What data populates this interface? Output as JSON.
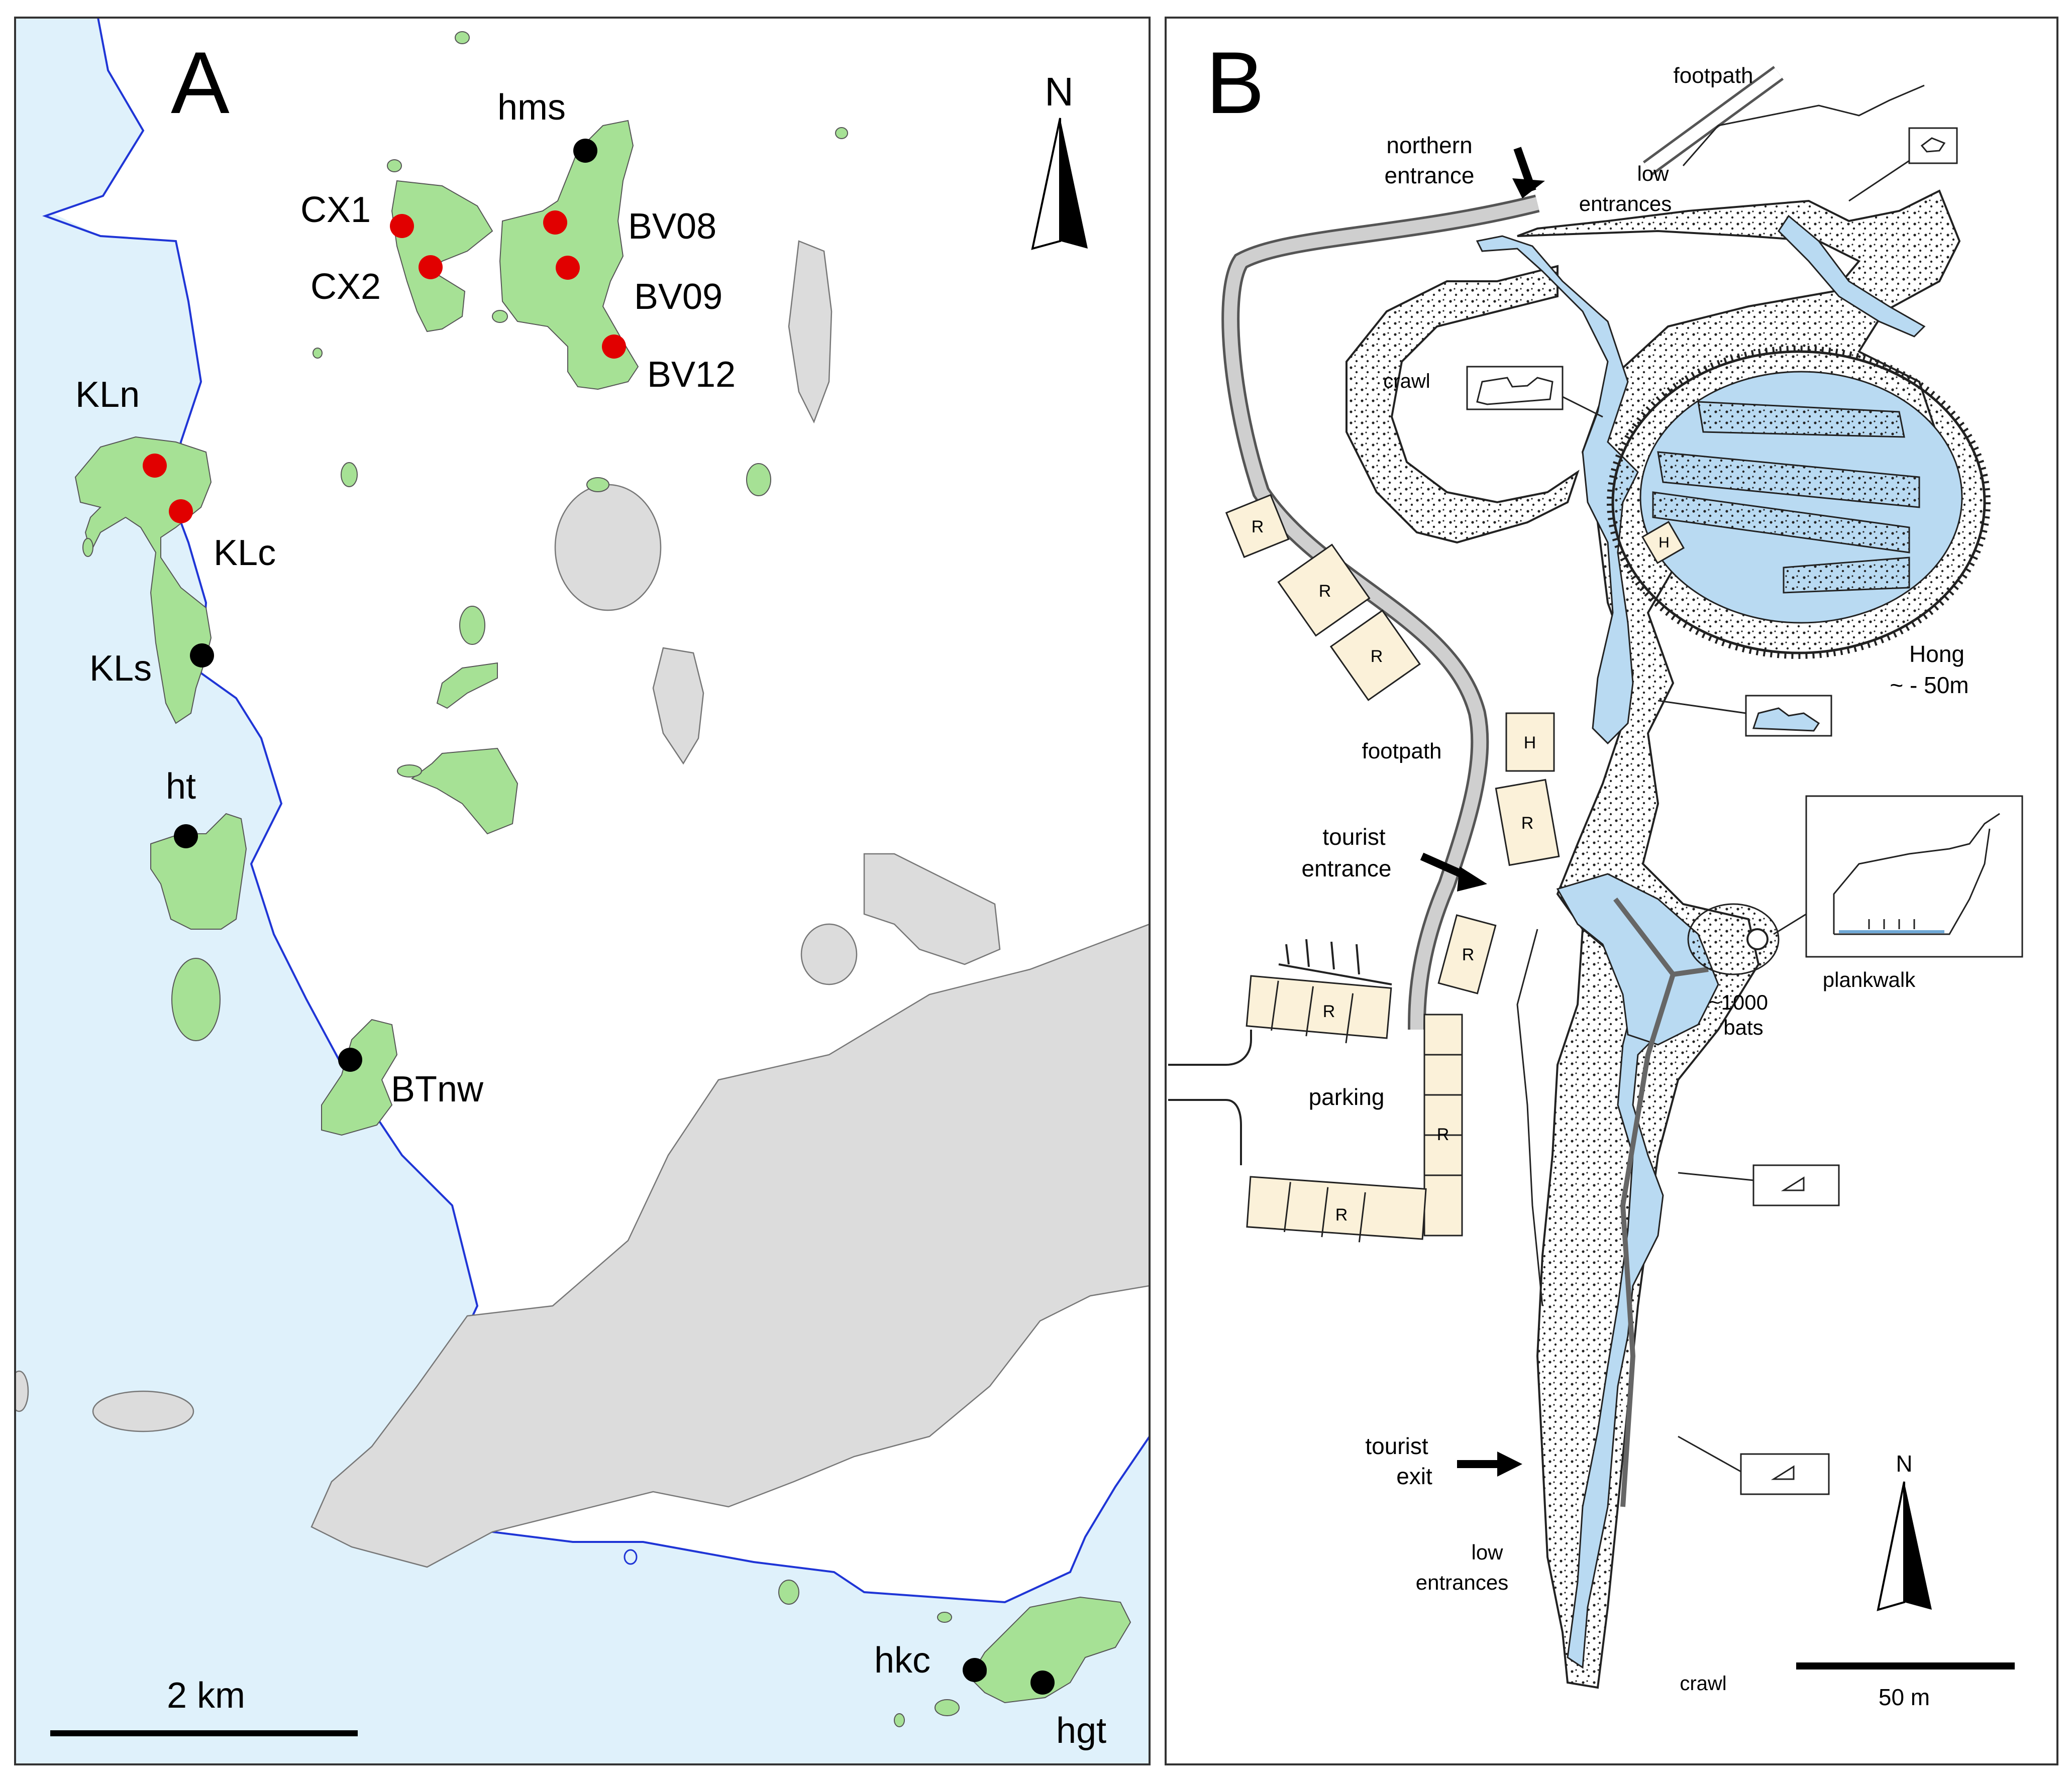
{
  "panel_a": {
    "letter": "A",
    "north": "N",
    "scale_label": "2 km",
    "labels": {
      "hms": "hms",
      "cx1": "CX1",
      "cx2": "CX2",
      "bv08": "BV08",
      "bv09": "BV09",
      "bv12": "BV12",
      "kln": "KLn",
      "klc": "KLc",
      "kls": "KLs",
      "ht": "ht",
      "btnw": "BTnw",
      "hkc": "hkc",
      "hgt": "hgt"
    }
  },
  "panel_b": {
    "letter": "B",
    "north": "N",
    "scale_label": "50 m",
    "labels": {
      "footpath_top": "footpath",
      "northern_1": "northern",
      "northern_2": "entrance",
      "low_top_1": "low",
      "low_top_2": "entrances",
      "crawl_top": "crawl",
      "hong_1": "Hong",
      "hong_2": "~ - 50m",
      "footpath_mid": "footpath",
      "tourist_1": "tourist",
      "tourist_2": "entrance",
      "bats_1": "~1000",
      "bats_2": "bats",
      "plankwalk": "plankwalk",
      "parking": "parking",
      "exit_1": "tourist",
      "exit_2": "exit",
      "low_bot_1": "low",
      "low_bot_2": "entrances",
      "crawl_bot": "crawl"
    },
    "building_r": "R",
    "building_h": "H"
  },
  "colors": {
    "sea": "#dff1fb",
    "land_green": "#a6e195",
    "land_gray": "#dcdcdc",
    "boundary": "#1f35d6",
    "red_site": "#e10000",
    "black_site": "#000000",
    "cave_water": "#b9daf2",
    "building": "#fbf1d9"
  }
}
